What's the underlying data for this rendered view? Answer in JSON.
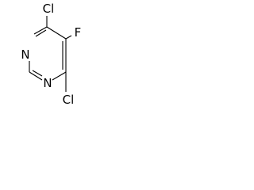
{
  "molecule": {
    "atoms": {
      "n1": "N",
      "n3": "N",
      "cl4": "Cl",
      "f5": "F",
      "cl6": "Cl"
    }
  }
}
